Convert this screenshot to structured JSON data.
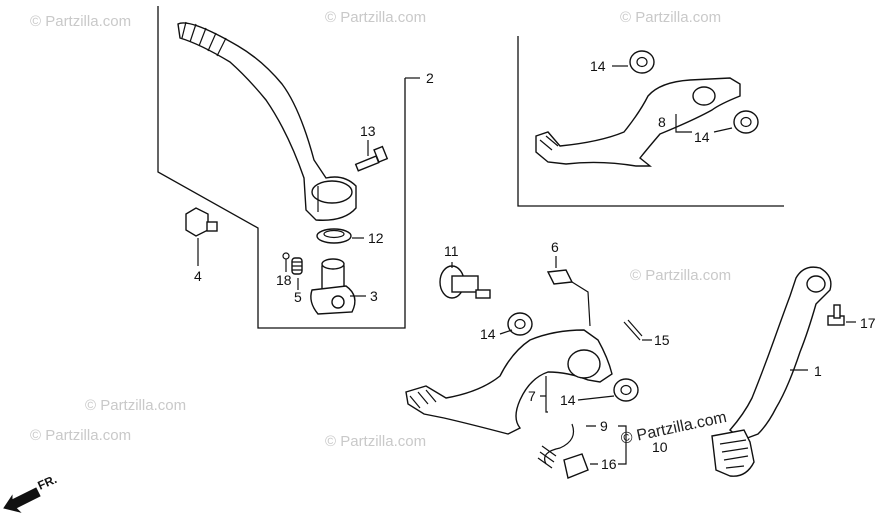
{
  "watermarks": [
    "© Partzilla.com",
    "© Partzilla.com",
    "© Partzilla.com",
    "© Partzilla.com",
    "© Partzilla.com",
    "© Partzilla.com",
    "© Partzilla.com"
  ],
  "watermark_main": "© Partzilla.com",
  "direction_label": "FR.",
  "callouts": {
    "c1": "1",
    "c2": "2",
    "c3": "3",
    "c4": "4",
    "c5": "5",
    "c6": "6",
    "c7": "7",
    "c8": "8",
    "c9": "9",
    "c10": "10",
    "c11": "11",
    "c12": "12",
    "c13": "13",
    "c14a": "14",
    "c14b": "14",
    "c14c": "14",
    "c14d": "14",
    "c15": "15",
    "c16": "16",
    "c17": "17",
    "c18": "18"
  },
  "colors": {
    "line": "#111111",
    "watermark": "#c9c9c9",
    "background": "#ffffff"
  }
}
